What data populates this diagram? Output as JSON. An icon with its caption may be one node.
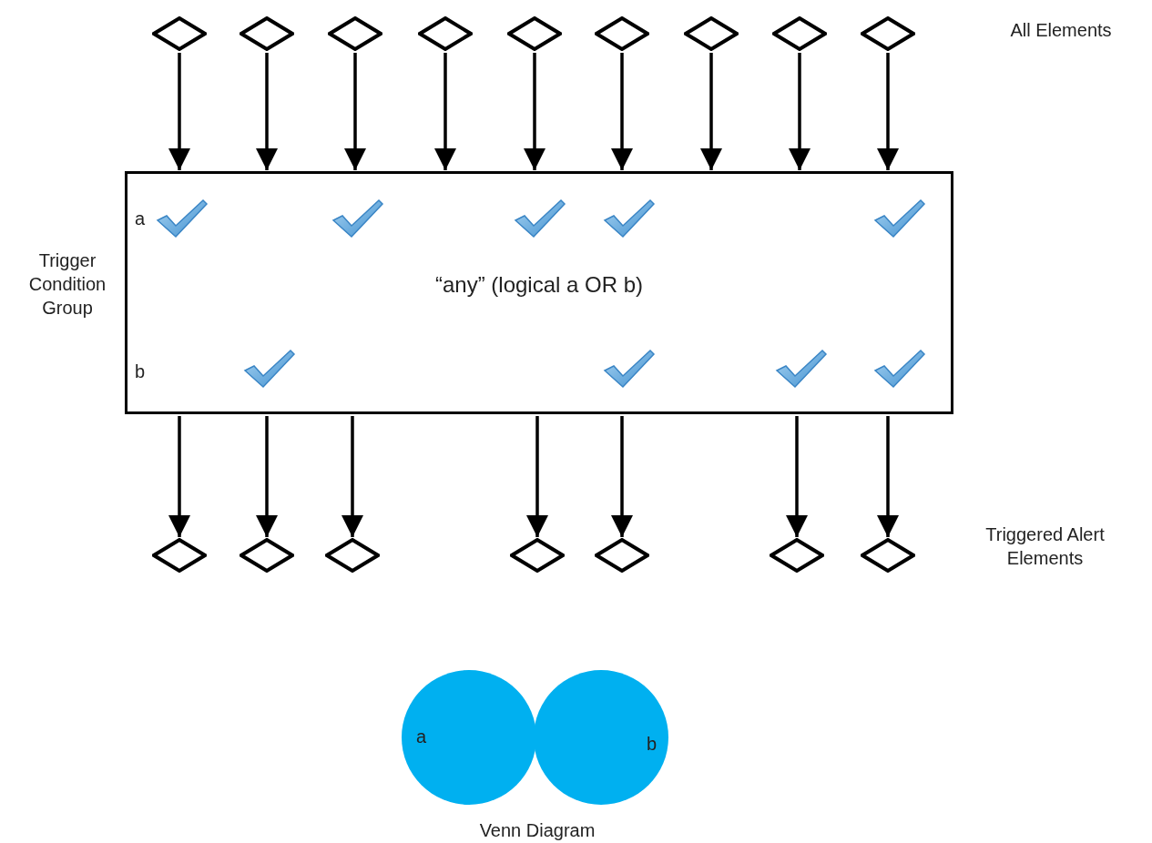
{
  "diagram": {
    "nodes": [
      {
        "text": [],
        "shape": "diamond"
      },
      {
        "text": [],
        "shape": "diamond"
      },
      {
        "text": [],
        "shape": "diamond"
      },
      {
        "text": [],
        "shape": "diamond"
      },
      {
        "text": [],
        "shape": "diamond"
      },
      {
        "text": [],
        "shape": "diamond"
      },
      {
        "text": [],
        "shape": "diamond"
      },
      {
        "text": [],
        "shape": "diamond"
      },
      {
        "text": [],
        "shape": "diamond"
      },
      {
        "text": [
          "a",
          "“any” (logical a OR b)",
          "b"
        ],
        "beside": [
          "Trigger Condition Group"
        ]
      },
      {
        "text": [],
        "shape": "diamond"
      },
      {
        "text": [],
        "shape": "diamond"
      },
      {
        "text": [],
        "shape": "diamond"
      },
      {
        "text": [],
        "shape": "diamond"
      },
      {
        "text": [],
        "shape": "diamond"
      },
      {
        "text": [],
        "shape": "diamond"
      },
      {
        "text": [],
        "shape": "diamond"
      },
      {
        "text": [
          "a"
        ]
      },
      {
        "text": [
          "b"
        ]
      }
    ],
    "edges": [
      {
        "from": 0,
        "to": 9,
        "arrow": "to"
      },
      {
        "from": 1,
        "to": 9,
        "arrow": "to"
      },
      {
        "from": 2,
        "to": 9,
        "arrow": "to"
      },
      {
        "from": 3,
        "to": 9,
        "arrow": "to"
      },
      {
        "from": 4,
        "to": 9,
        "arrow": "to"
      },
      {
        "from": 5,
        "to": 9,
        "arrow": "to"
      },
      {
        "from": 6,
        "to": 9,
        "arrow": "to"
      },
      {
        "from": 7,
        "to": 9,
        "arrow": "to"
      },
      {
        "from": 8,
        "to": 9,
        "arrow": "to"
      },
      {
        "from": 9,
        "to": 10,
        "arrow": "to"
      },
      {
        "from": 9,
        "to": 11,
        "arrow": "to"
      },
      {
        "from": 9,
        "to": 12,
        "arrow": "to"
      },
      {
        "from": 9,
        "to": 13,
        "arrow": "to"
      },
      {
        "from": 9,
        "to": 14,
        "arrow": "to"
      },
      {
        "from": 9,
        "to": 15,
        "arrow": "to"
      },
      {
        "from": 9,
        "to": 16,
        "arrow": "to"
      }
    ],
    "labels": [
      "All Elements",
      "Triggered Alert Elements",
      "Venn Diagram"
    ]
  }
}
